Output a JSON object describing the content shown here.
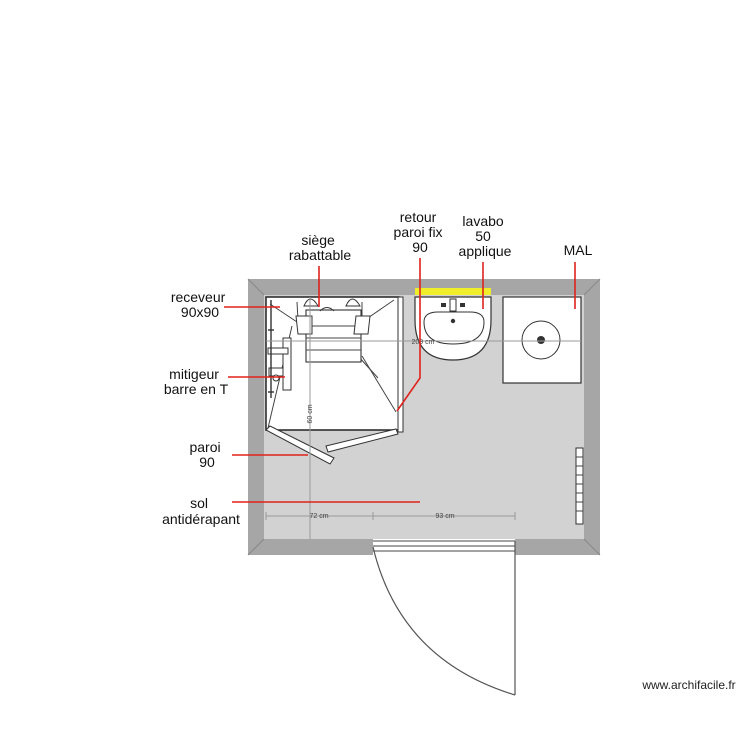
{
  "labels": {
    "receveur": [
      "receveur",
      "90x90"
    ],
    "siege": [
      "siège",
      "rabattable"
    ],
    "retour": [
      "retour",
      "paroi fix",
      "90"
    ],
    "lavabo": [
      "lavabo",
      "50",
      "applique"
    ],
    "mal": [
      "MAL"
    ],
    "mitigeur": [
      "mitigeur",
      "barre en T"
    ],
    "paroi": [
      "paroi",
      "90"
    ],
    "sol": [
      "sol",
      "antidérapant"
    ]
  },
  "dimensions": {
    "width_total": "209 cm",
    "height_shower": "60 cm",
    "left_segment": "72 cm",
    "right_segment": "93 cm"
  },
  "watermark": "www.archifacile.fr",
  "colors": {
    "wall": "#a6a6a6",
    "floor": "#d3d2d3",
    "leader": "#e0221b",
    "applique": "#f0ee2a"
  }
}
